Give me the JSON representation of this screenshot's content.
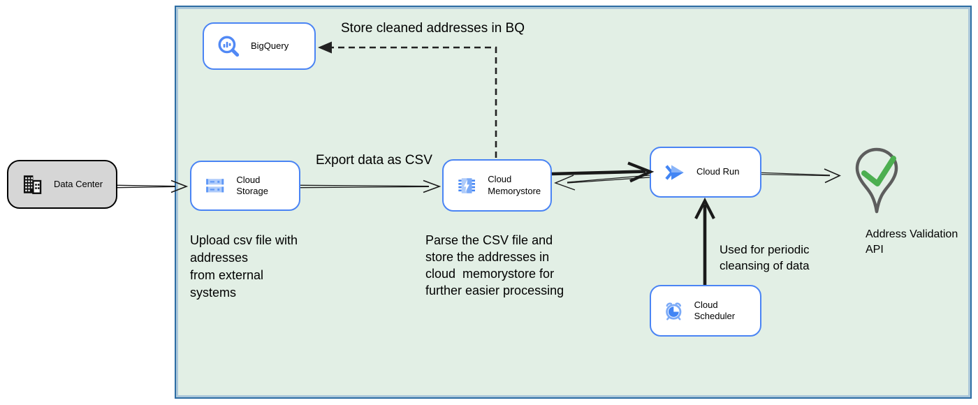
{
  "nodes": {
    "data_center": {
      "label": "Data Center"
    },
    "bigquery": {
      "label": "BigQuery"
    },
    "cloud_storage": {
      "label": "Cloud Storage"
    },
    "cloud_memorystore": {
      "label": "Cloud Memorystore"
    },
    "cloud_run": {
      "label": "Cloud Run"
    },
    "cloud_scheduler": {
      "label": "Cloud Scheduler"
    },
    "address_validation_api": {
      "label": "Address Validation API"
    }
  },
  "annotations": {
    "store_cleaned_bq": "Store cleaned addresses in BQ",
    "export_csv": "Export data as CSV",
    "upload_note": "Upload csv file with\naddresses\nfrom external\nsystems",
    "parse_note": "Parse the CSV file and\nstore the addresses in\ncloud  memorystore for\nfurther easier processing",
    "periodic_note": "Used for periodic\ncleansing of data"
  },
  "colors": {
    "container_background": "#e2efe5",
    "container_border": "#2d6da3",
    "node_border_blue": "#4a84f4",
    "node_fill": "#ffffff",
    "data_center_fill": "#d6d6d6",
    "gcp_blue": "#4285f4",
    "gcp_blue_light": "#aecbfa",
    "gcp_blue_mid": "#7baaf7",
    "check_green": "#4caf50",
    "pin_grey": "#5d5d5d",
    "arrow_black": "#1a1a1a"
  }
}
